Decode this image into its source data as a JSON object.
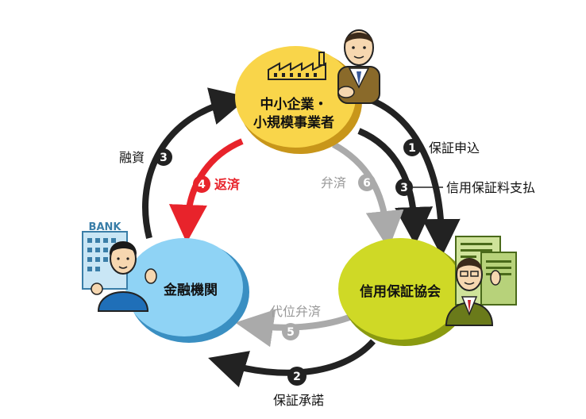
{
  "nodes": {
    "sme": {
      "line1": "中小企業・",
      "line2": "小規模事業者"
    },
    "bank": {
      "label": "金融機関",
      "sign": "BANK"
    },
    "guarantee": {
      "label": "信用保証協会"
    }
  },
  "flows": {
    "f1": {
      "num": "1",
      "label": "保証申込"
    },
    "f3a": {
      "num": "3",
      "label": "信用保証料支払"
    },
    "f3b": {
      "num": "3",
      "label": "融資"
    },
    "f4": {
      "num": "4",
      "label": "返済"
    },
    "f6": {
      "num": "6",
      "label": "弁済"
    },
    "f5": {
      "num": "5",
      "label": "代位弁済"
    },
    "f2": {
      "num": "2",
      "label": "保証承諾"
    }
  },
  "colors": {
    "black_flow": "#222222",
    "red_flow": "#e8232b",
    "gray_flow": "#aaaaaa",
    "sme_fill": "#f9d54a",
    "bank_fill": "#8fd3f5",
    "guarantee_fill": "#cfd926"
  }
}
